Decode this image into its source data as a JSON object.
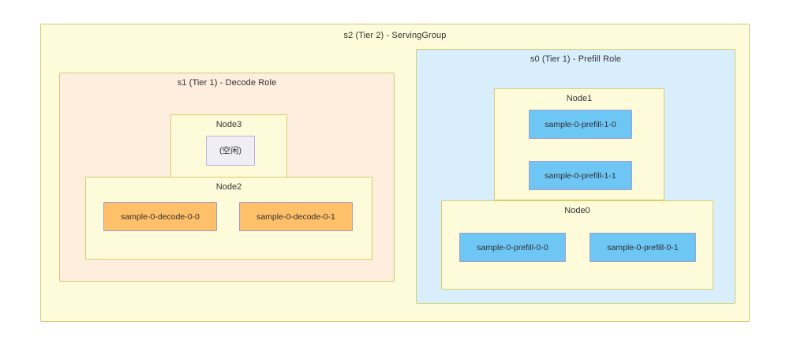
{
  "diagram": {
    "title_text": "s2 (Tier 2) - ServingGroup",
    "colors": {
      "serving_group_fill": "#fdfbd9",
      "serving_group_border": "#d2cb7a",
      "decode_role_fill": "#fdeede",
      "prefill_role_fill": "#d9eefc",
      "node_fill": "#fdfbd9",
      "node_border": "#d6cf6e",
      "prefill_pod_fill": "#6ec6f5",
      "decode_pod_fill": "#ffc06a",
      "idle_pod_fill": "#eeeef4",
      "pod_border": "#a69fc6",
      "idle_pod_border": "#bcb2dd",
      "text": "#333333",
      "canvas": "#ffffff"
    }
  },
  "serving_group": {
    "label": "s2 (Tier 2) - ServingGroup"
  },
  "decode_role": {
    "label": "s1 (Tier 1) - Decode Role",
    "nodes": [
      {
        "label": "Node3",
        "pods": [
          {
            "label": "(空闲)",
            "kind": "idle"
          }
        ]
      },
      {
        "label": "Node2",
        "pods": [
          {
            "label": "sample-0-decode-0-0",
            "kind": "decode"
          },
          {
            "label": "sample-0-decode-0-1",
            "kind": "decode"
          }
        ]
      }
    ]
  },
  "prefill_role": {
    "label": "s0 (Tier 1) - Prefill Role",
    "nodes": [
      {
        "label": "Node1",
        "pods": [
          {
            "label": "sample-0-prefill-1-0",
            "kind": "prefill"
          },
          {
            "label": "sample-0-prefill-1-1",
            "kind": "prefill"
          }
        ]
      },
      {
        "label": "Node0",
        "pods": [
          {
            "label": "sample-0-prefill-0-0",
            "kind": "prefill"
          },
          {
            "label": "sample-0-prefill-0-1",
            "kind": "prefill"
          }
        ]
      }
    ]
  }
}
